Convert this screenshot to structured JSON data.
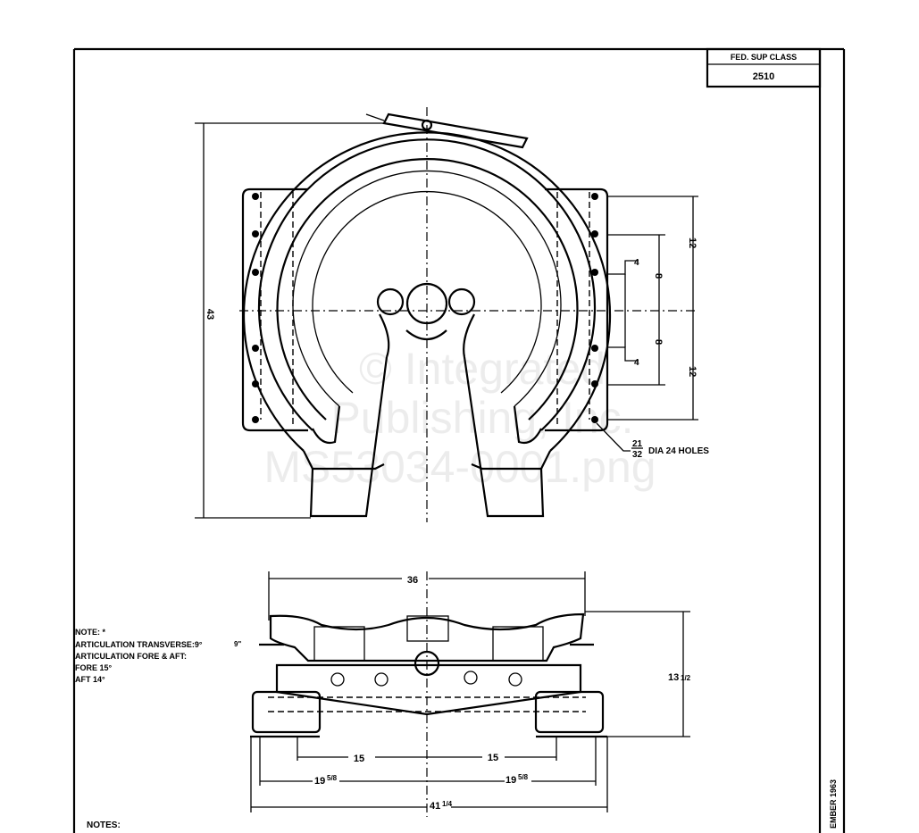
{
  "title_block": {
    "label": "FED. SUP CLASS",
    "value": "2510"
  },
  "top_view": {
    "dim_height": "43",
    "dim_upper": "12",
    "dim_lower": "12",
    "dim_inner_upper": "8",
    "dim_inner_lower": "8",
    "dim_small_upper": "4",
    "dim_small_lower": "4",
    "hole_fraction_num": "21",
    "hole_fraction_den": "32",
    "hole_note": "DIA 24 HOLES"
  },
  "side_view": {
    "dim_top_width": "36",
    "dim_height": "13",
    "dim_height_fraction": "1/2",
    "dim_left_15": "15",
    "dim_right_15": "15",
    "dim_left_19": "19",
    "dim_right_19": "19",
    "dim_19_fraction": "5/8",
    "dim_overall": "41",
    "dim_overall_fraction": "1/4",
    "articulation_marker": "9\""
  },
  "note": {
    "heading": "NOTE: *",
    "lines": [
      "ARTICULATION TRANSVERSE:9°",
      "ARTICULATION FORE & AFT:",
      "FORE 15°",
      "AFT 14°"
    ]
  },
  "notes_heading": "NOTES:",
  "side_strip_date": "EMBER 1963",
  "watermark": {
    "line1": "© Integrated",
    "line2": "Publishing, Inc.",
    "line3": "MS53034-0001.png"
  }
}
